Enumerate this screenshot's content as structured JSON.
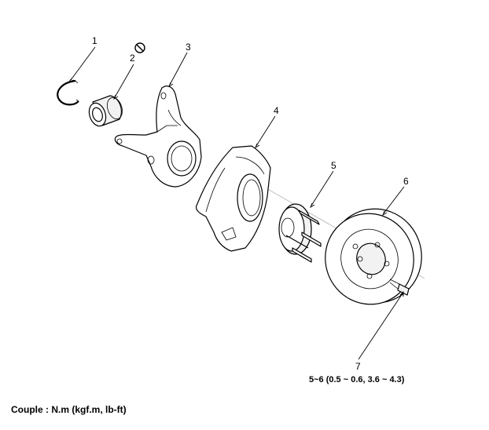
{
  "callouts": [
    {
      "num": "1",
      "part": "snap-ring"
    },
    {
      "num": "2",
      "part": "wheel-bearing"
    },
    {
      "num": "3",
      "part": "knuckle"
    },
    {
      "num": "4",
      "part": "dust-cover"
    },
    {
      "num": "5",
      "part": "wheel-hub"
    },
    {
      "num": "6",
      "part": "brake-disc"
    },
    {
      "num": "7",
      "part": "screw"
    }
  ],
  "torque_spec": "5~6 (0.5 ~ 0.6, 3.6 ~ 4.3)",
  "caption": "Couple : N.m (kgf.m, lb-ft)",
  "icons": {
    "non_reusable": "prohibited-circle-icon"
  }
}
